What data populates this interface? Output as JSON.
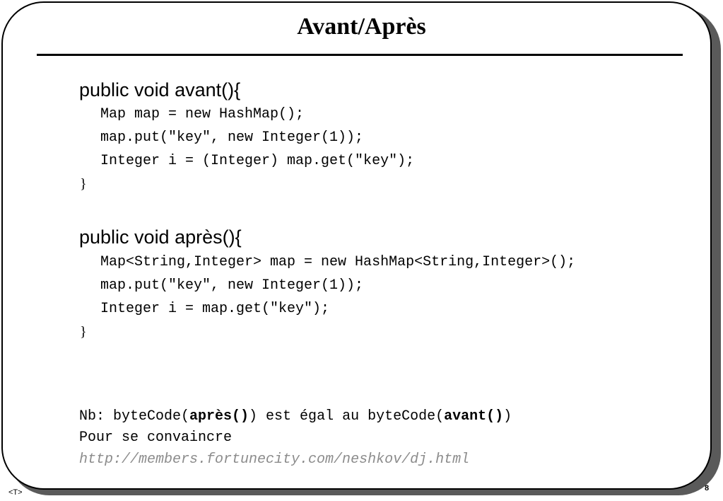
{
  "title": "Avant/Après",
  "avant": {
    "signature": "public void avant(){",
    "lines": [
      "Map map = new HashMap();",
      "map.put(\"key\", new Integer(1));",
      "Integer i = (Integer) map.get(\"key\");"
    ],
    "close": "}"
  },
  "apres": {
    "signature": "public void après(){",
    "lines": [
      "Map<String,Integer> map = new HashMap<String,Integer>();",
      "map.put(\"key\", new Integer(1));",
      "Integer i = map.get(\"key\");"
    ],
    "close": "}"
  },
  "note": {
    "prefix": "Nb: byteCode(",
    "apres_call": "après()",
    "middle": ") est égal au byteCode(",
    "avant_call": "avant()",
    "suffix": ")",
    "line2": "Pour se convaincre",
    "link": "http://members.fortunecity.com/neshkov/dj.html"
  },
  "footer": {
    "left": "<T>",
    "page_number": "8"
  }
}
